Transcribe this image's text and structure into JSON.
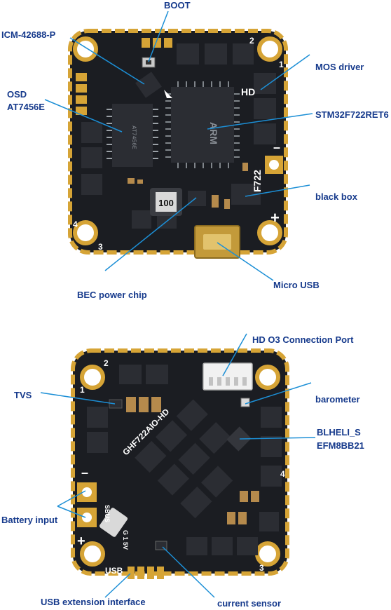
{
  "top_board": {
    "labels": {
      "boot": "BOOT",
      "icm": "ICM-42688-P",
      "osd_line1": "OSD",
      "osd_line2": "AT7456E",
      "mos_driver": "MOS driver",
      "stm32": "STM32F722RET6",
      "black_box": "black box",
      "bec": "BEC power chip",
      "micro_usb": "Micro USB"
    },
    "silkscreen": {
      "hd": "HD",
      "f722": "F722",
      "inductor": "100",
      "pad_1": "1",
      "pad_2": "2",
      "pad_3": "3",
      "pad_4": "4",
      "minus": "–",
      "plus": "+",
      "chip_osd": "AT7456E",
      "chip_mcu": "ARM"
    }
  },
  "bottom_board": {
    "labels": {
      "hd_o3": "HD O3 Connection Port",
      "tvs": "TVS",
      "barometer": "barometer",
      "blheli_line1": "BLHELI_S",
      "blheli_line2": "EFM8BB21",
      "battery": "Battery input",
      "usb_ext": "USB extension interface",
      "current": "current sensor"
    },
    "silkscreen": {
      "model": "GHF722AIO-HD",
      "usb": "USB",
      "pad_1": "1",
      "pad_2": "2",
      "pad_3": "3",
      "pad_4": "4",
      "plus": "+",
      "minus": "–",
      "sbus": "SBUS",
      "grid": "G 1 5V"
    }
  },
  "colors": {
    "label_text": "#163a8c",
    "leader_line": "#1c8fd6",
    "pcb": "#1b1d22",
    "pcb_edge": "#2a2c31",
    "gold": "#d6a436",
    "chip": "#2b2d33"
  }
}
